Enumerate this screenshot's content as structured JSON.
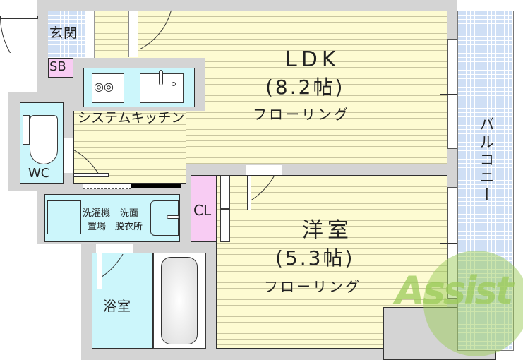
{
  "floorplan": {
    "rooms": {
      "entrance": {
        "label": "玄関"
      },
      "shoe_box": {
        "label": "SB"
      },
      "kitchen": {
        "label": "システムキッチン"
      },
      "ldk": {
        "name": "LDK",
        "size": "(8.2帖)",
        "floor": "フローリング"
      },
      "toilet": {
        "label": "WC"
      },
      "washer": {
        "line1": "洗濯機",
        "line2": "置場"
      },
      "washroom": {
        "line1": "洗面",
        "line2": "脱衣所"
      },
      "closet": {
        "label": "CL"
      },
      "western_room": {
        "name": "洋室",
        "size": "(5.3帖)",
        "floor": "フローリング"
      },
      "bathroom": {
        "label": "浴室"
      },
      "balcony": {
        "label": "バルコニー"
      }
    },
    "watermark": {
      "text": "Assist"
    },
    "colors": {
      "wall": "#d4d4d4",
      "floor": "#fdfbd2",
      "wet_area": "#ccf6fb",
      "closet": "#f8ccf3",
      "balcony": "#cfdff5",
      "watermark": "#9ccb5a"
    }
  }
}
